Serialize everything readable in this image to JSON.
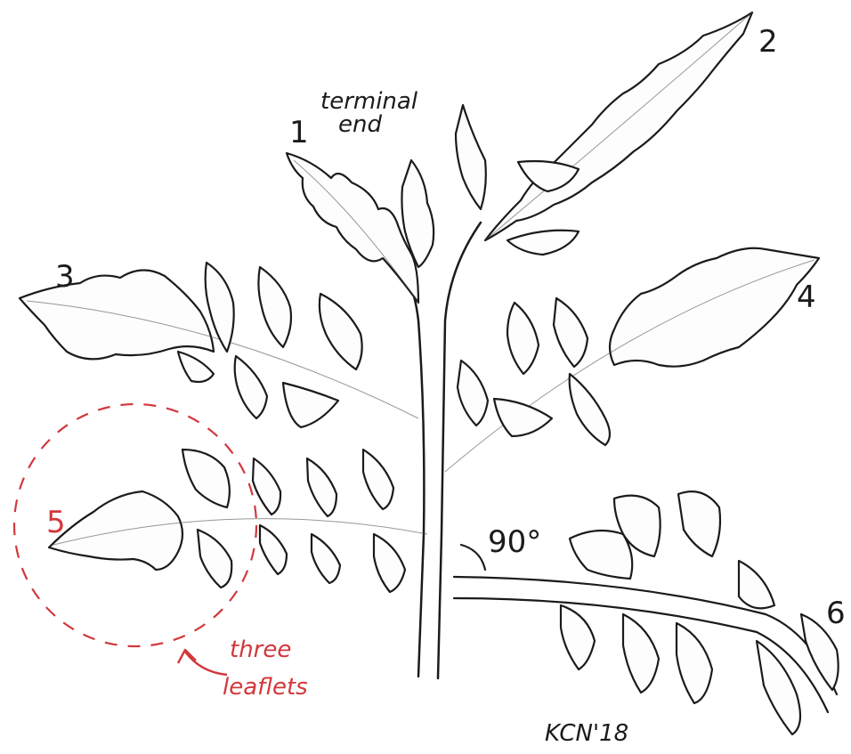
{
  "labels": {
    "leaf_1": "1",
    "leaf_2": "2",
    "leaf_3": "3",
    "leaf_4": "4",
    "leaf_5": "5",
    "leaf_6": "6",
    "terminal_line1": "terminal",
    "terminal_line2": "end",
    "angle": "90°",
    "callout_line1": "three",
    "callout_line2": "leaflets",
    "signature": "KCN'18"
  },
  "colors": {
    "ink": "#1b1b1b",
    "highlight": "#d2383c",
    "paper": "#ffffff"
  }
}
